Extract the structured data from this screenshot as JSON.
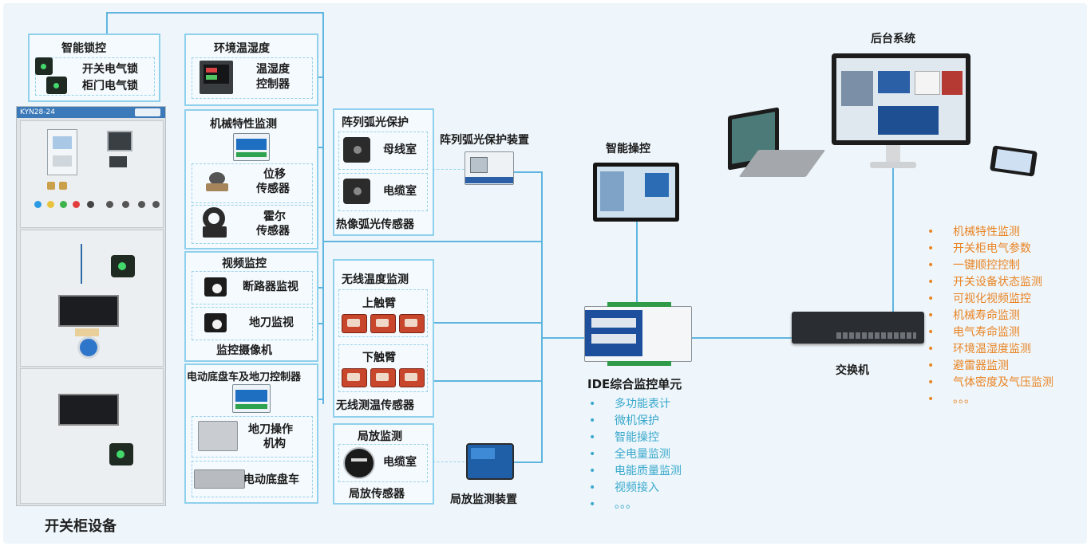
{
  "cabinet": {
    "caption": "开关柜设备",
    "model_label": "KYN28-24"
  },
  "smart_lock": {
    "title": "智能锁控",
    "items": [
      "开关电气锁",
      "柜门电气锁"
    ]
  },
  "env": {
    "title": "环境温湿度",
    "device_label": "温湿度\n控制器",
    "device_line1": "温湿度",
    "device_line2": "控制器"
  },
  "mechanical": {
    "title": "机械特性监测",
    "sensor1_line1": "位移",
    "sensor1_line2": "传感器",
    "sensor2_line1": "霍尔",
    "sensor2_line2": "传感器"
  },
  "video": {
    "title": "视频监控",
    "cam1": "断路器监视",
    "cam2": "地刀监视",
    "footer": "监控摄像机"
  },
  "chassis": {
    "title": "电动底盘车及地刀控制器",
    "item1_line1": "地刀操作",
    "item1_line2": "机构",
    "item2": "电动底盘车"
  },
  "arc": {
    "title": "阵列弧光保护",
    "item1": "母线室",
    "item2": "电缆室",
    "footer": "热像弧光传感器",
    "device_label": "阵列弧光保护装置"
  },
  "wireless_temp": {
    "title": "无线温度监测",
    "upper": "上触臂",
    "lower": "下触臂",
    "footer": "无线测温传感器"
  },
  "partial_discharge": {
    "title": "局放监测",
    "item": "电缆室",
    "footer": "局放传感器",
    "device_label": "局放监测装置"
  },
  "smart_control": {
    "label": "智能操控"
  },
  "ide_unit": {
    "label": "IDE综合监控单元",
    "features": [
      "多功能表计",
      "微机保护",
      "智能操控",
      "全电量监测",
      "电能质量监测",
      "视频接入",
      "。。。"
    ]
  },
  "backend": {
    "label": "后台系统",
    "functions": [
      "机械特性监测",
      "开关柜电气参数",
      "一键顺控控制",
      "开关设备状态监测",
      "可视化视频监控",
      "机械寿命监测",
      "电气寿命监测",
      "环境温湿度监测",
      "避雷器监测",
      "气体密度及气压监测",
      "。。。"
    ]
  },
  "switch": {
    "label": "交换机"
  },
  "colors": {
    "panel_border": "#8fd0ec",
    "line": "#5fb5df",
    "feature_blue": "#39a8cc",
    "function_orange": "#e98424"
  }
}
